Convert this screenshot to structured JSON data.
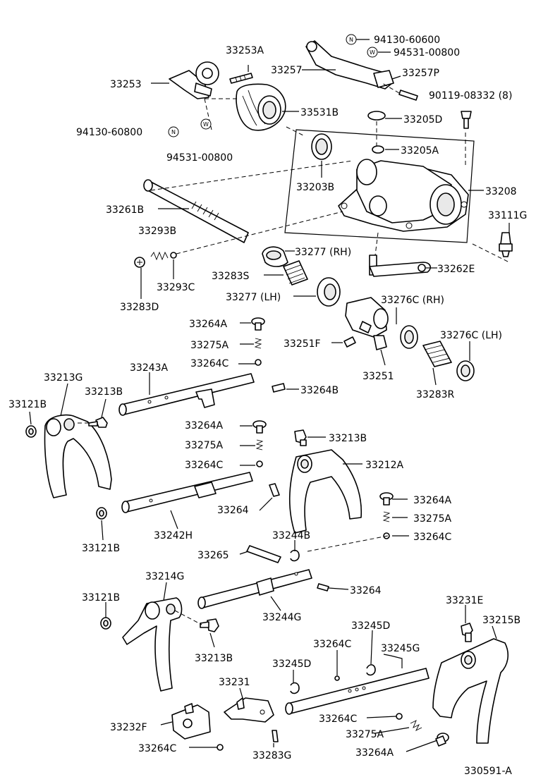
{
  "diagram": {
    "reference": "330591-A",
    "symbol_n": "N",
    "symbol_w": "W",
    "labels": {
      "p33253A": "33253A",
      "p33253": "33253",
      "p94130_60800": "94130-60800",
      "p94531_00800": "94531-00800",
      "p33531B": "33531B",
      "p94130_60600": "94130-60600",
      "p94531_00800b": "94531-00800",
      "p33257": "33257",
      "p33257P": "33257P",
      "p90119": "90119-08332 (8)",
      "p33205D": "33205D",
      "p33205A": "33205A",
      "p33203B": "33203B",
      "p33208": "33208",
      "p33261B": "33261B",
      "p33111G": "33111G",
      "p33293B": "33293B",
      "p33277RH": "33277 (RH)",
      "p33283S": "33283S",
      "p33262E": "33262E",
      "p33277LH": "33277 (LH)",
      "p33293C": "33293C",
      "p33283D": "33283D",
      "p33276CRH": "33276C (RH)",
      "p33264A_1": "33264A",
      "p33275A_1": "33275A",
      "p33251F": "33251F",
      "p33276CLH": "33276C (LH)",
      "p33264C_1": "33264C",
      "p33251": "33251",
      "p33213G": "33213G",
      "p33243A": "33243A",
      "p33264B": "33264B",
      "p33283R": "33283R",
      "p33213B_1": "33213B",
      "p33121B_1": "33121B",
      "p33264A_2": "33264A",
      "p33213B_2": "33213B",
      "p33275A_2": "33275A",
      "p33212A": "33212A",
      "p33264C_2": "33264C",
      "p33264A_3": "33264A",
      "p33264_1": "33264",
      "p33275A_3": "33275A",
      "p33121B_2": "33121B",
      "p33242H": "33242H",
      "p33244B": "33244B",
      "p33264C_3": "33264C",
      "p33265": "33265",
      "p33214G": "33214G",
      "p33264_2": "33264",
      "p33121B_3": "33121B",
      "p33244G": "33244G",
      "p33231E": "33231E",
      "p33215B": "33215B",
      "p33245D_1": "33245D",
      "p33264C_4": "33264C",
      "p33245G": "33245G",
      "p33213B_3": "33213B",
      "p33245D_2": "33245D",
      "p33231": "33231",
      "p33264C_5": "33264C",
      "p33232F": "33232F",
      "p33275A_4": "33275A",
      "p33264C_6": "33264C",
      "p33283G": "33283G",
      "p33264A_4": "33264A"
    }
  }
}
